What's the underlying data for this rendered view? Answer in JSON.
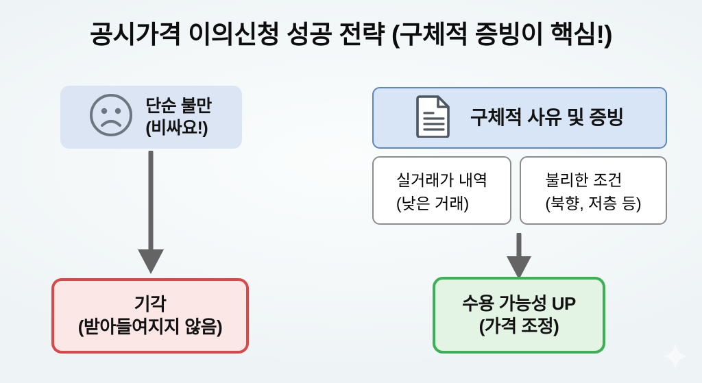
{
  "title": "공시가격 이의신청 성공 전략 (구체적 증빙이 핵심!)",
  "colors": {
    "background": "#f2f6f8",
    "blue_fill": "#dbe5f4",
    "blue_header_fill": "#d7e5f6",
    "blue_header_border": "#5c87c5",
    "subbox_fill": "#ffffff",
    "subbox_border": "#8d8d8d",
    "reject_fill": "#fbe7e6",
    "reject_border": "#d9494a",
    "accept_fill": "#e3f3e4",
    "accept_border": "#3cb055",
    "arrow": "#646464",
    "icon_stroke": "#6b7680",
    "text": "#121212"
  },
  "branches": {
    "fail": {
      "cause": {
        "icon": "sad-face-icon",
        "line1": "단순 불만",
        "line2": "(비싸요!)"
      },
      "arrow": "down-arrow-icon",
      "result": {
        "line1": "기각",
        "line2": "(받아들여지지 않음)"
      }
    },
    "success": {
      "header": {
        "icon": "document-icon",
        "label": "구체적 사유 및 증빙"
      },
      "evidence": [
        {
          "line1": "실거래가 내역",
          "line2": "(낮은 거래)"
        },
        {
          "line1": "불리한 조건",
          "line2": "(북향, 저층 등)"
        }
      ],
      "arrow": "down-arrow-icon",
      "result": {
        "line1": "수용 가능성 UP",
        "line2": "(가격 조정)"
      }
    }
  },
  "decoration": {
    "sparkle": "sparkle-icon"
  }
}
